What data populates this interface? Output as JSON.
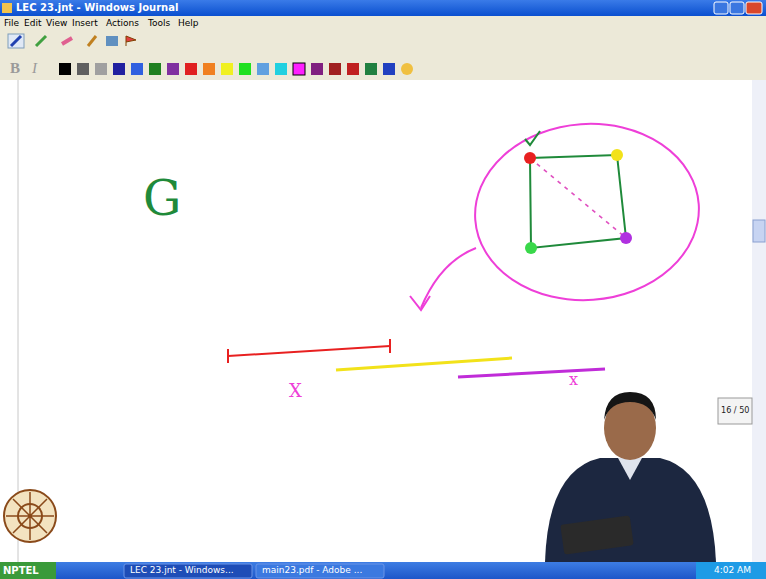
{
  "diagram": {
    "title": "LEC 23.jnt - Windows Journal",
    "labels": [
      "File",
      "Edit",
      "View",
      "Insert",
      "Actions",
      "Tools",
      "Help",
      "B",
      "I",
      "G",
      "X",
      "x",
      "16 / 50",
      "NPTEL",
      "LEC 23.jnt - Windows...",
      "main23.pdf - Adobe ...",
      "4:02 AM"
    ]
  }
}
